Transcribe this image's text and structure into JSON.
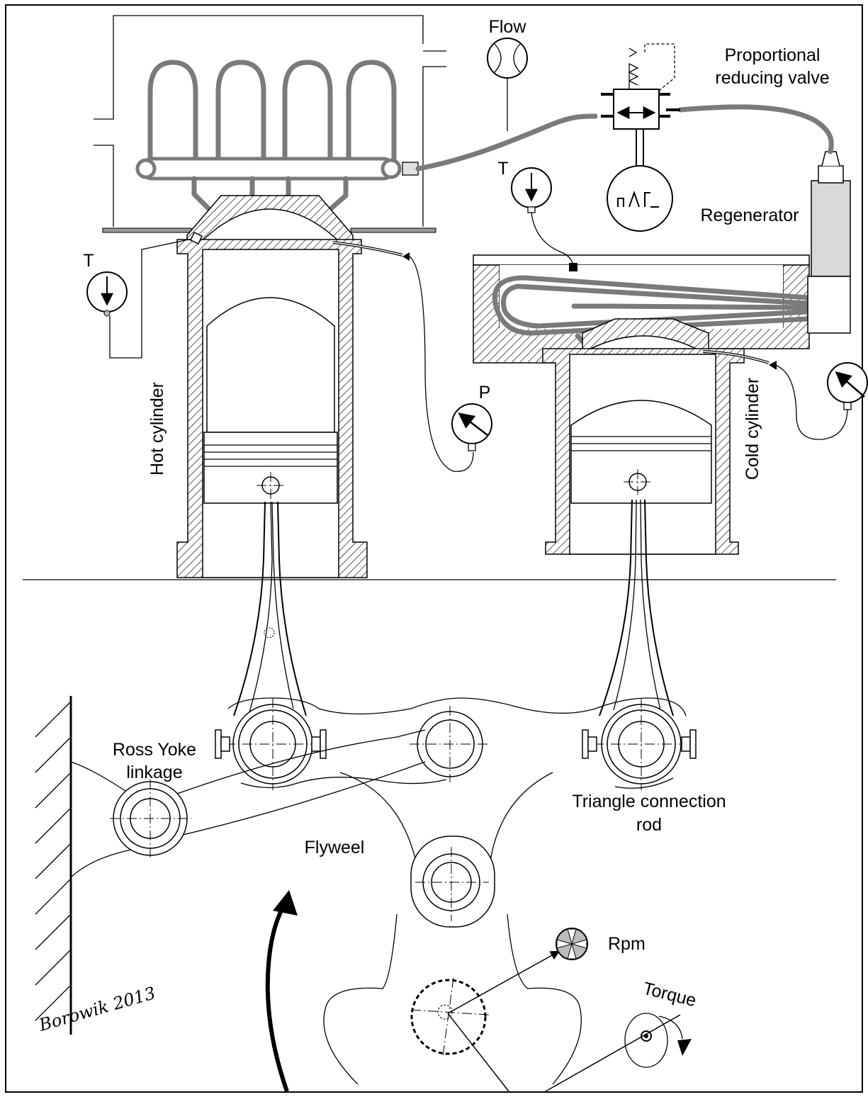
{
  "labels": {
    "flow": "Flow",
    "valve_line1": "Proportional",
    "valve_line2": "reducing valve",
    "regenerator": "Regenerator",
    "temp_left": "T",
    "temp_right": "T",
    "pressure": "P",
    "hot_cylinder": "Hot cylinder",
    "cold_cylinder": "Cold cylinder",
    "ross_line1": "Ross Yoke",
    "ross_line2": "linkage",
    "flywheel": "Flyweel",
    "triangle_line1": "Triangle connection",
    "triangle_line2": "rod",
    "rpm": "Rpm",
    "torque": "Torque",
    "signature": "Borowik 2013"
  },
  "colors": {
    "line": "#000000",
    "pipe": "#7a7a7a",
    "regenerator": "#d9d9d9",
    "background": "#ffffff"
  },
  "icons": {
    "flow_meter": "flow-meter-icon",
    "thermometer": "thermometer-icon",
    "pressure_gauge": "pressure-gauge-icon",
    "rpm_sensor": "rpm-sensor-icon",
    "torque_sensor": "torque-sensor-icon"
  }
}
